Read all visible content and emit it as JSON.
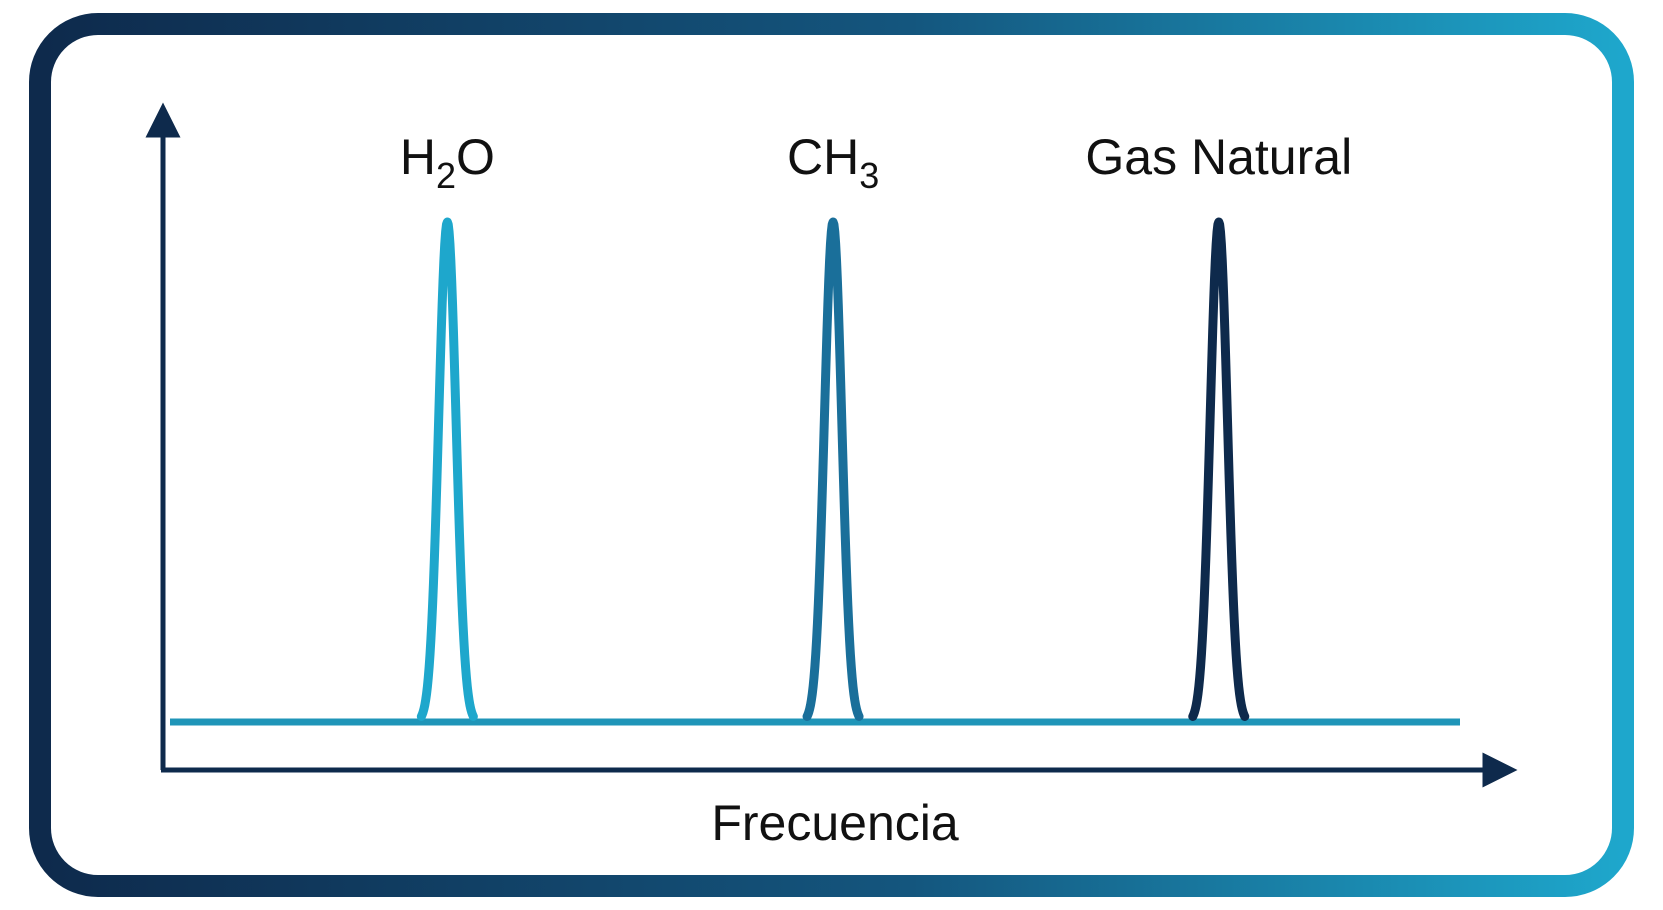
{
  "colors": {
    "navy": "#0e2a4c",
    "mid_blue": "#1a6f9a",
    "cyan": "#1ea7cc",
    "baseline": "#1f95b8"
  },
  "chart_data": {
    "type": "line",
    "xlabel": "Frecuencia",
    "ylabel": "",
    "grid": false,
    "legend": "none",
    "xlim": [
      0,
      100
    ],
    "ylim": [
      0,
      100
    ],
    "baseline": 0,
    "series": [
      {
        "label_parts": [
          {
            "text": "H",
            "sub": false
          },
          {
            "text": "2",
            "sub": true
          },
          {
            "text": "O",
            "sub": false
          }
        ],
        "center": 21.5,
        "height": 100,
        "color": "#1ea7cc"
      },
      {
        "label_parts": [
          {
            "text": "CH",
            "sub": false
          },
          {
            "text": "3",
            "sub": true
          }
        ],
        "center": 51.4,
        "height": 100,
        "color": "#1a6f9a"
      },
      {
        "label_parts": [
          {
            "text": "Gas Natural",
            "sub": false
          }
        ],
        "center": 81.3,
        "height": 100,
        "color": "#0e2a4c"
      }
    ]
  }
}
